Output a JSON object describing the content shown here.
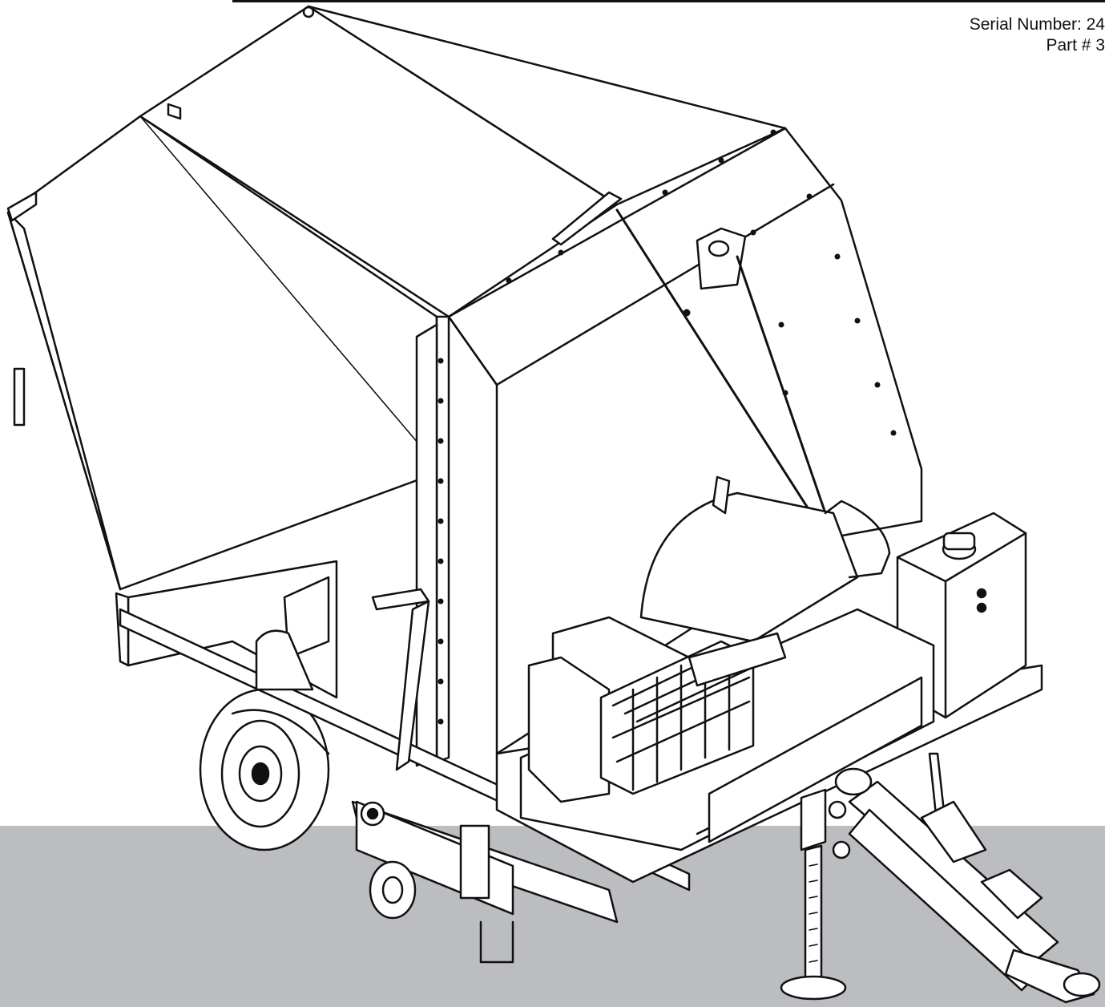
{
  "page": {
    "serial_label": "Serial Number: 24",
    "part_label": "Part # 3"
  },
  "illustration": {
    "subject": "trailer-mounted vacuum loader line drawing",
    "colors": {
      "ground": "#bcbdc0",
      "line": "#111111",
      "fill": "#ffffff"
    }
  }
}
